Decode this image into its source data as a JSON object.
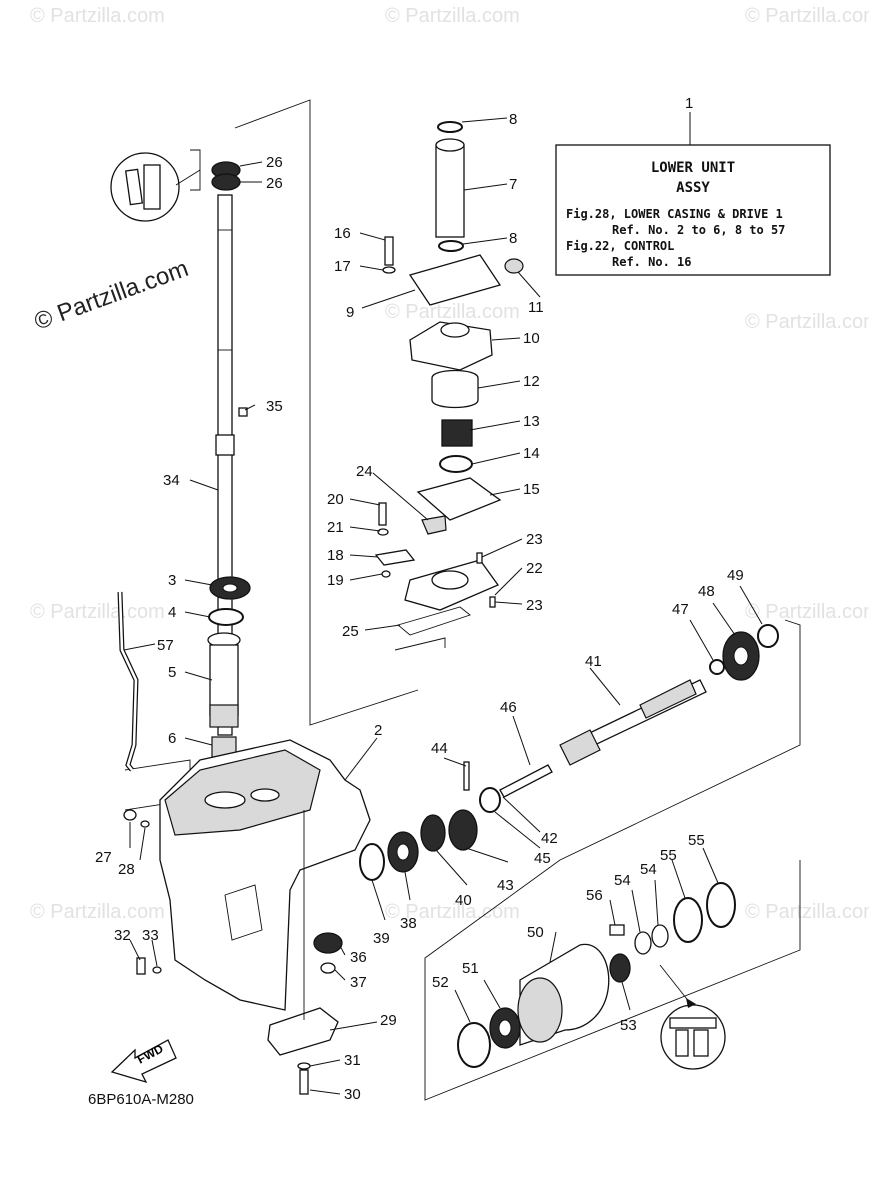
{
  "watermark": {
    "brand": "© Partzilla.com",
    "tile": "© Partzilla.com"
  },
  "info_box": {
    "line1": "LOWER UNIT",
    "line2": "ASSY",
    "line3": "Fig.28, LOWER CASING & DRIVE 1",
    "line4": "Ref. No. 2 to 6, 8 to 57",
    "line5": "Fig.22, CONTROL",
    "line6": "Ref. No. 16"
  },
  "diagram_code": "6BP610A-M280",
  "fwd_label": "FWD",
  "callouts": [
    "1",
    "2",
    "3",
    "4",
    "5",
    "6",
    "7",
    "8",
    "8",
    "9",
    "10",
    "11",
    "12",
    "13",
    "14",
    "15",
    "16",
    "17",
    "18",
    "19",
    "20",
    "21",
    "22",
    "23",
    "23",
    "24",
    "25",
    "26",
    "26",
    "27",
    "28",
    "29",
    "30",
    "31",
    "32",
    "33",
    "34",
    "35",
    "36",
    "37",
    "38",
    "39",
    "40",
    "41",
    "42",
    "43",
    "44",
    "45",
    "46",
    "47",
    "48",
    "49",
    "50",
    "51",
    "52",
    "53",
    "54",
    "54",
    "55",
    "55",
    "56",
    "57"
  ]
}
